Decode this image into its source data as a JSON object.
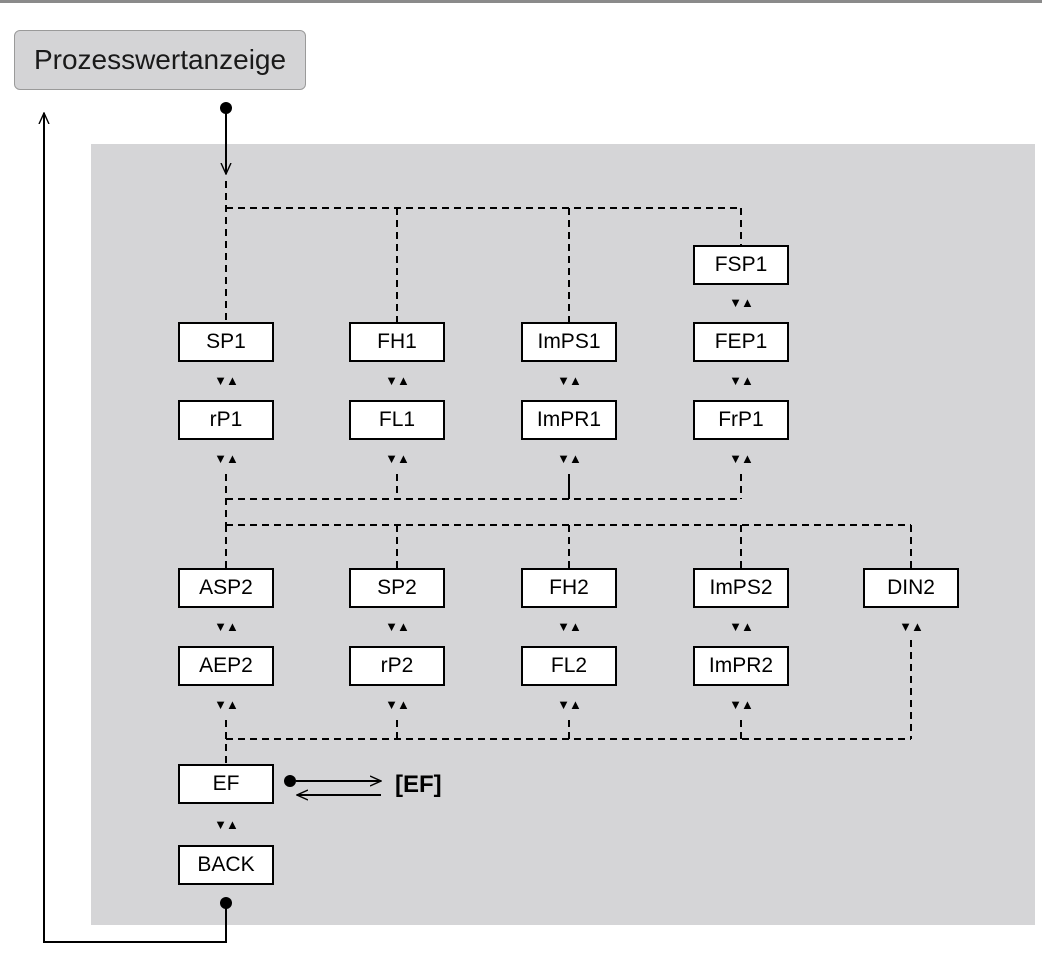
{
  "header": {
    "title": "Prozesswertanzeige"
  },
  "menu": {
    "group1": [
      {
        "id": "sp1",
        "items": [
          "SP1",
          "rP1"
        ]
      },
      {
        "id": "fh1",
        "items": [
          "FH1",
          "FL1"
        ]
      },
      {
        "id": "imps1",
        "items": [
          "ImPS1",
          "ImPR1"
        ]
      },
      {
        "id": "fsp1",
        "items": [
          "FSP1",
          "FEP1",
          "FrP1"
        ]
      }
    ],
    "group2": [
      {
        "id": "asp2",
        "items": [
          "ASP2",
          "AEP2"
        ]
      },
      {
        "id": "sp2",
        "items": [
          "SP2",
          "rP2"
        ]
      },
      {
        "id": "fh2",
        "items": [
          "FH2",
          "FL2"
        ]
      },
      {
        "id": "imps2",
        "items": [
          "ImPS2",
          "ImPR2"
        ]
      },
      {
        "id": "din2",
        "items": [
          "DIN2"
        ]
      }
    ],
    "final": [
      "EF",
      "BACK"
    ],
    "ef_submenu": "[EF]",
    "nav_symbol": "▼▲"
  }
}
